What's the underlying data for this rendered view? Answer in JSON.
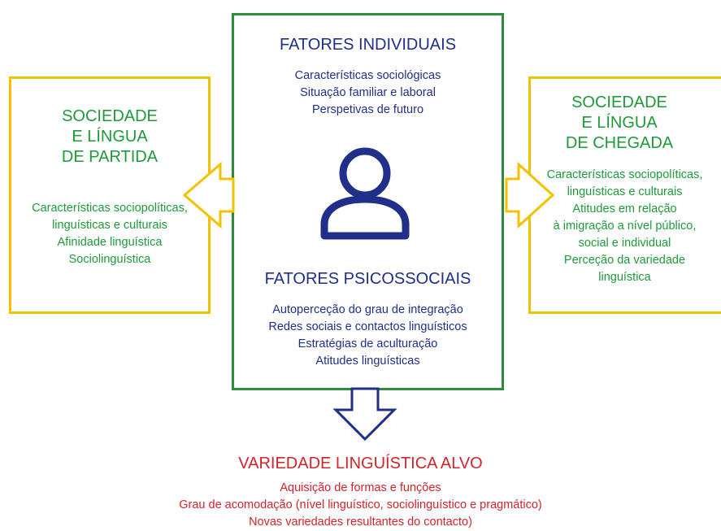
{
  "left_box": {
    "title_lines": [
      "SOCIEDADE",
      "E LÍNGUA",
      "DE PARTIDA"
    ],
    "items": [
      "Características sociopolíticas,",
      "linguísticas e culturais",
      "Afinidade linguística",
      "Sociolinguística"
    ]
  },
  "center_box": {
    "individual_title": "FATORES INDIVIDUAIS",
    "individual_items": [
      "Características sociológicas",
      "Situação familiar e laboral",
      "Perspetivas de futuro"
    ],
    "psychosocial_title": "FATORES PSICOSSOCIAIS",
    "psychosocial_items": [
      "Autoperceção do grau de integração",
      "Redes sociais e contactos linguísticos",
      "Estratégias de aculturação",
      "Atitudes linguísticas"
    ]
  },
  "right_box": {
    "title_lines": [
      "SOCIEDADE",
      "E LÍNGUA",
      "DE CHEGADA"
    ],
    "items": [
      "Características sociopolíticas,",
      "linguísticas e culturais",
      "Atitudes em relação",
      "à imigração a nível público,",
      "social e individual",
      "Perceção da variedade",
      "linguística"
    ]
  },
  "bottom": {
    "title": "VARIEDADE LINGUÍSTICA ALVO",
    "items": [
      "Aquisição de formas e funções",
      "Grau de acomodação (nível linguístico, sociolinguístico e pragmático)",
      "Novas variedades resultantes do contacto)"
    ]
  },
  "colors": {
    "green_text": "#1f9a3a",
    "yellow_border": "#f2c200",
    "green_border": "#2e8b3e",
    "blue": "#1f2f8a",
    "red": "#d0252b"
  },
  "icons": [
    "person-icon",
    "arrow-left-icon",
    "arrow-right-icon",
    "arrow-down-icon"
  ]
}
